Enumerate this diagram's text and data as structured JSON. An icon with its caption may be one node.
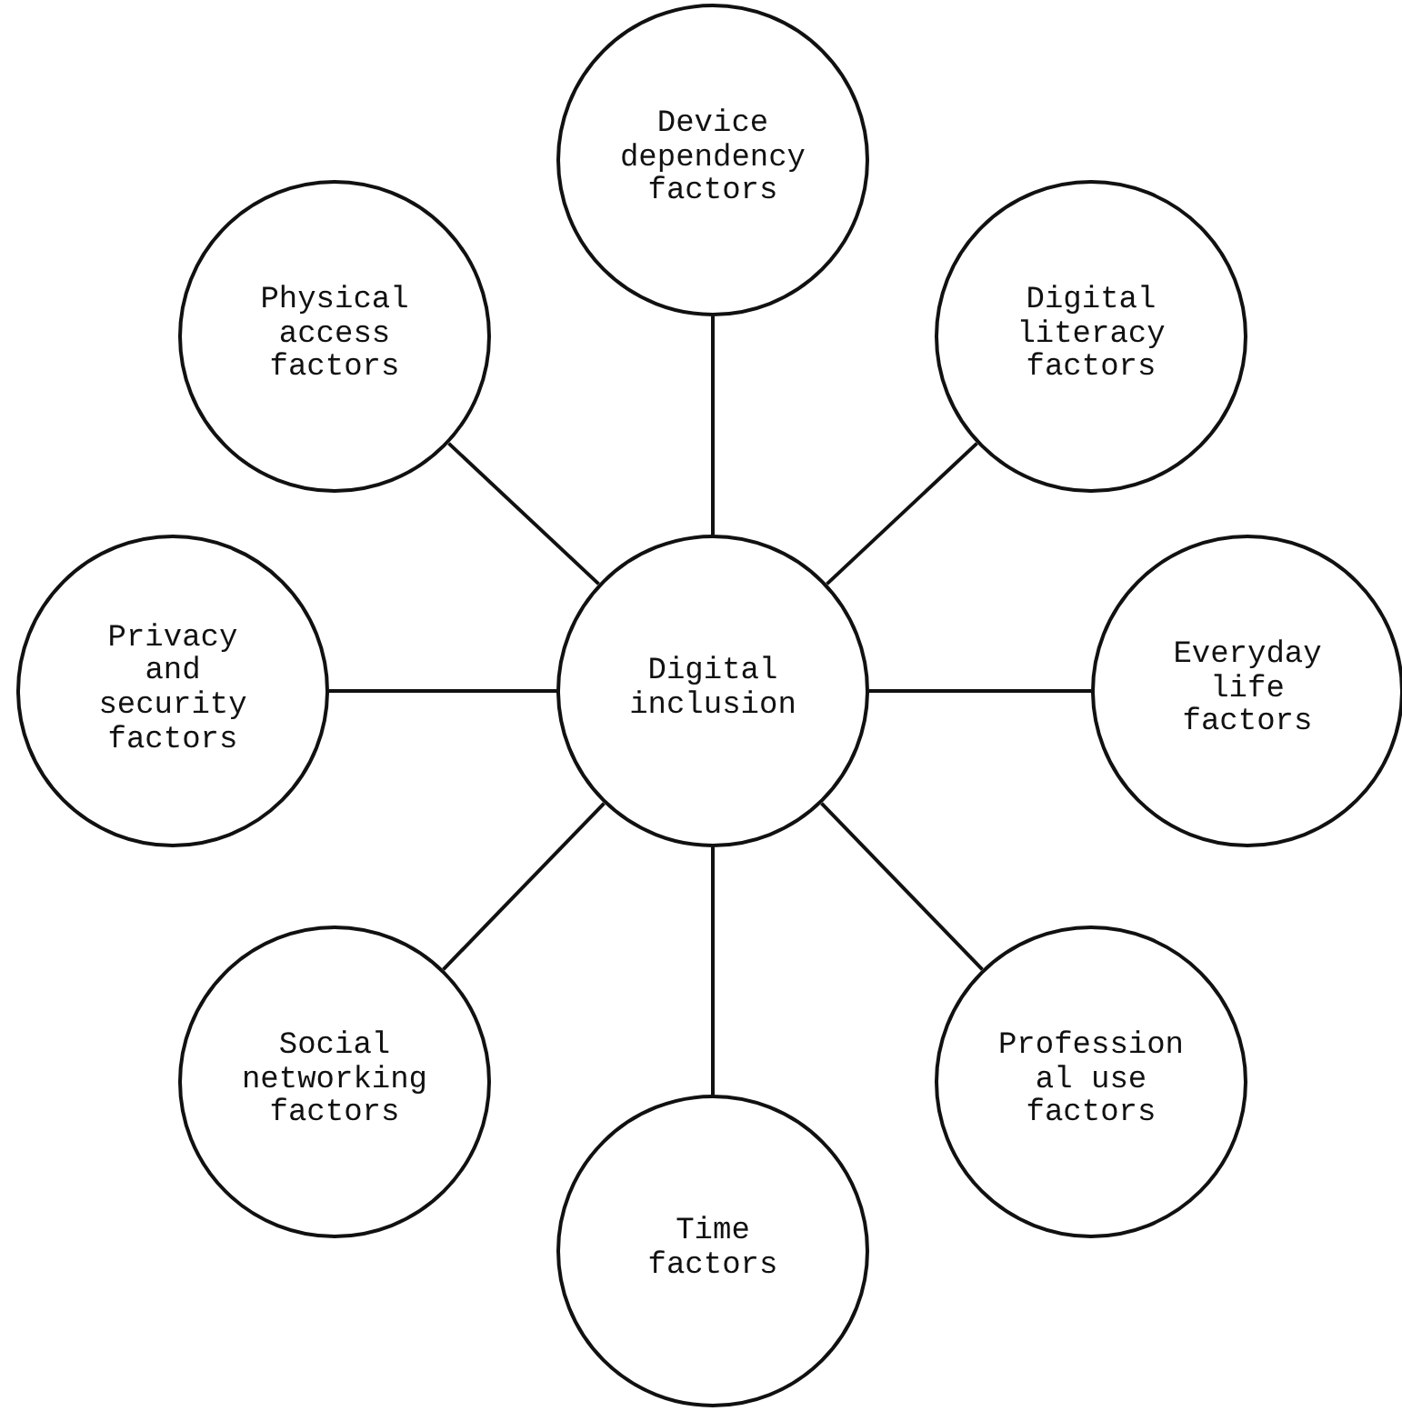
{
  "diagram": {
    "nodes": [
      {
        "text": [
          "Digital inclusion"
        ]
      },
      {
        "text": [
          "Device dependency factors"
        ]
      },
      {
        "text": [
          "Digital literacy factors"
        ]
      },
      {
        "text": [
          "Everyday life factors"
        ]
      },
      {
        "text": [
          "Profession al use factors"
        ]
      },
      {
        "text": [
          "Time factors"
        ]
      },
      {
        "text": [
          "Social networking factors"
        ]
      },
      {
        "text": [
          "Privacy and security factors"
        ]
      },
      {
        "text": [
          "Physical access factors"
        ]
      }
    ],
    "edges": [
      {
        "from": 0,
        "to": 1,
        "arrow": "none"
      },
      {
        "from": 0,
        "to": 2,
        "arrow": "none"
      },
      {
        "from": 0,
        "to": 3,
        "arrow": "none"
      },
      {
        "from": 0,
        "to": 4,
        "arrow": "none"
      },
      {
        "from": 0,
        "to": 5,
        "arrow": "none"
      },
      {
        "from": 0,
        "to": 6,
        "arrow": "none"
      },
      {
        "from": 0,
        "to": 7,
        "arrow": "none"
      },
      {
        "from": 0,
        "to": 8,
        "arrow": "none"
      }
    ]
  }
}
